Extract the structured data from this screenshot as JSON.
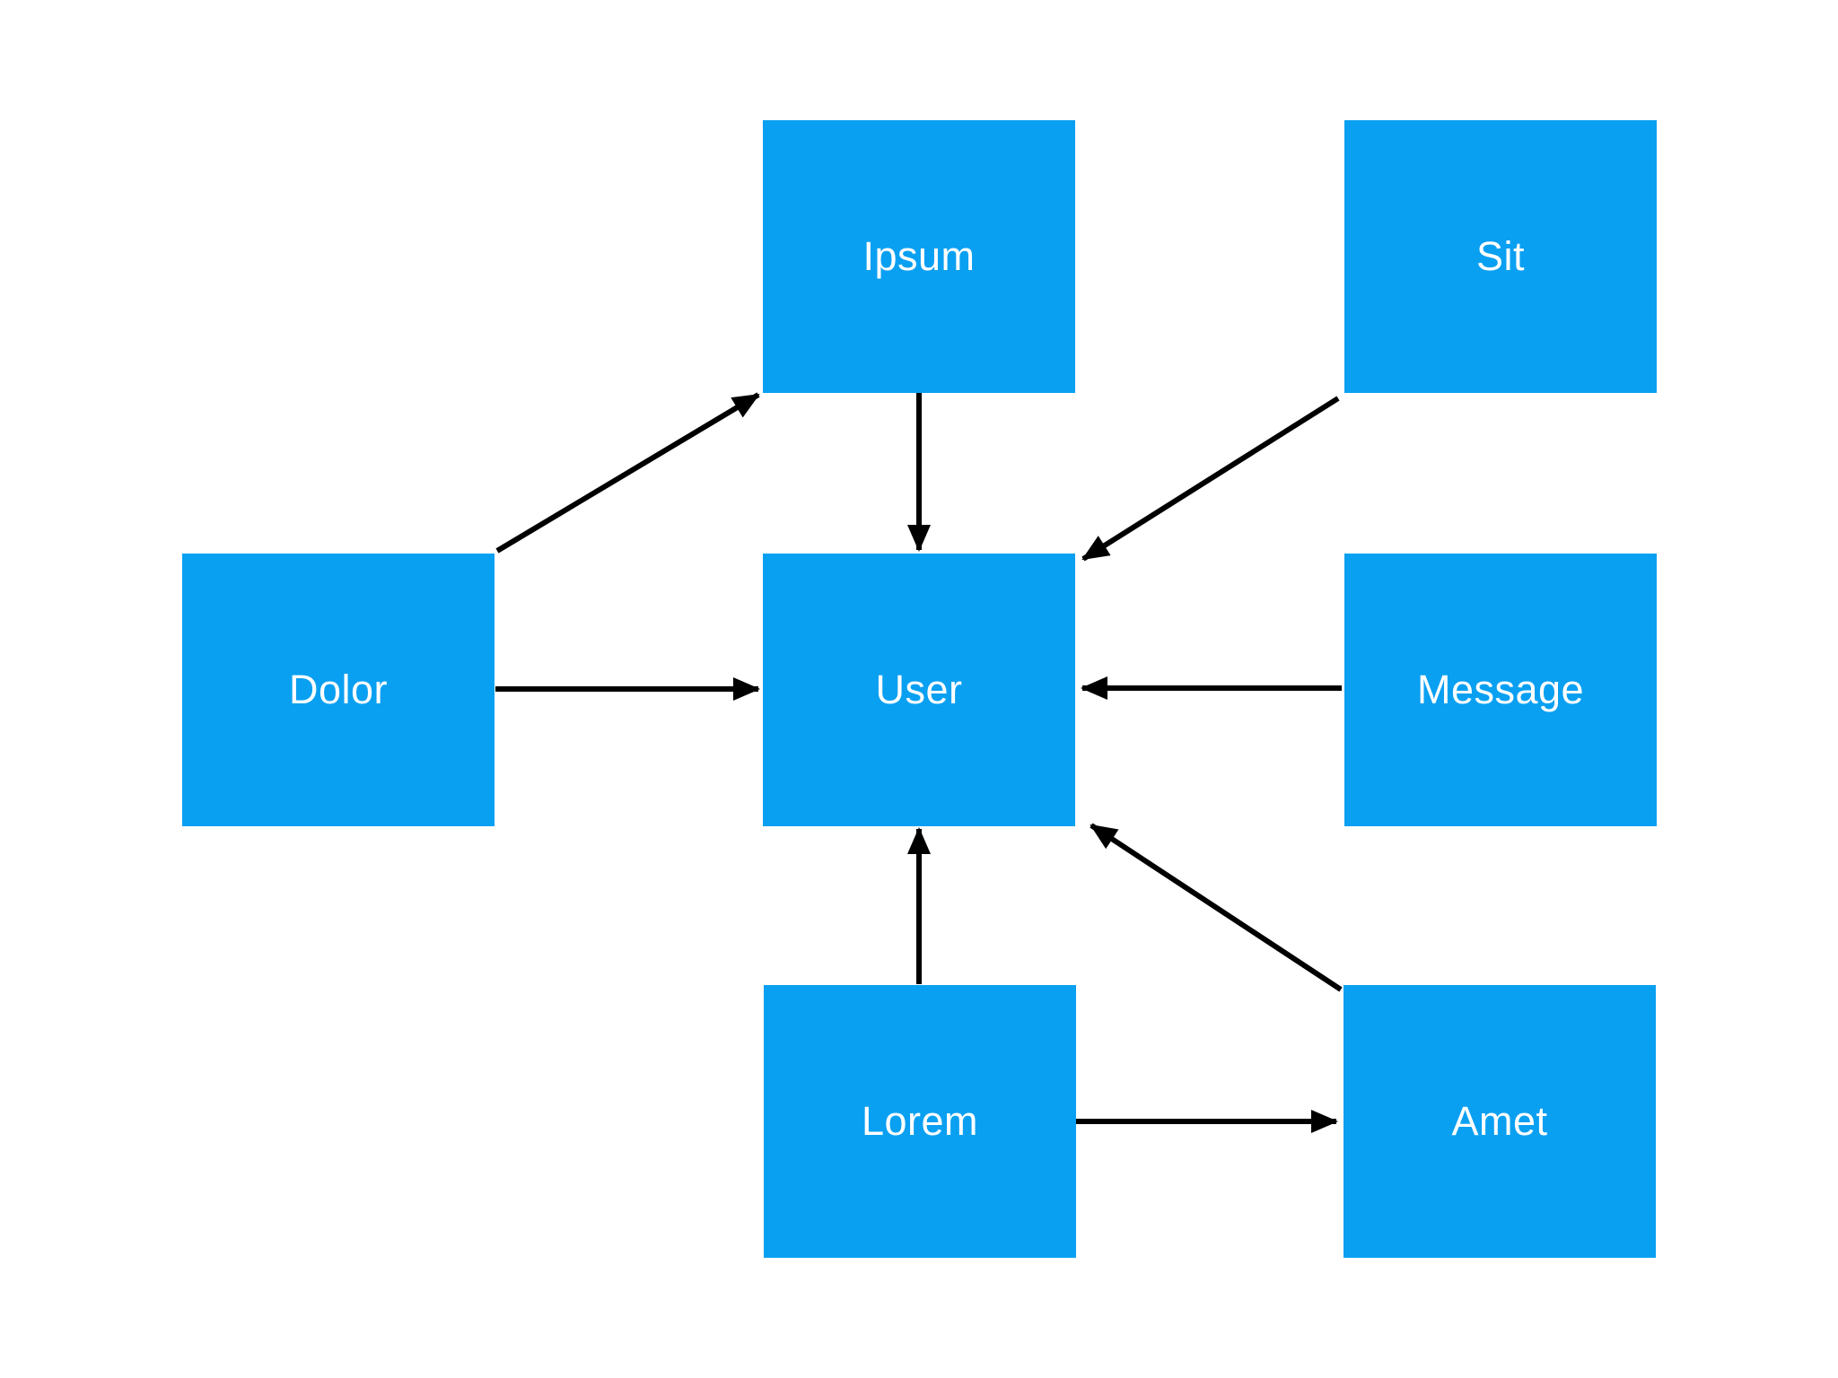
{
  "diagram": {
    "type": "flowchart",
    "background_color": "#ffffff",
    "node_fill_color": "#0aa0f2",
    "node_text_color": "#ffffff",
    "arrow_color": "#000000",
    "nodes": {
      "ipsum": {
        "label": "Ipsum"
      },
      "sit": {
        "label": "Sit"
      },
      "dolor": {
        "label": "Dolor"
      },
      "user": {
        "label": "User"
      },
      "message": {
        "label": "Message"
      },
      "lorem": {
        "label": "Lorem"
      },
      "amet": {
        "label": "Amet"
      }
    },
    "edges": [
      {
        "from": "Dolor",
        "to": "Ipsum"
      },
      {
        "from": "Ipsum",
        "to": "User"
      },
      {
        "from": "Sit",
        "to": "User"
      },
      {
        "from": "Dolor",
        "to": "User"
      },
      {
        "from": "Message",
        "to": "User"
      },
      {
        "from": "Lorem",
        "to": "User"
      },
      {
        "from": "Amet",
        "to": "User"
      },
      {
        "from": "Lorem",
        "to": "Amet"
      }
    ]
  }
}
